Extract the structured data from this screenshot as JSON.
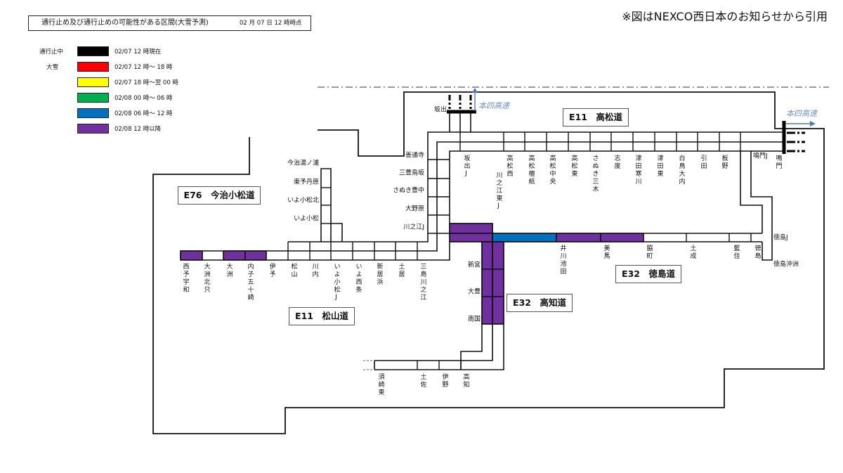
{
  "header": {
    "title": "通行止め及び通行止めの可能性がある区間(大雪予測)",
    "date": "02 月 07 日 12 時時点"
  },
  "source_note": "※図はNEXCO西日本のお知らせから引用",
  "legend": [
    {
      "category": "通行止中",
      "color": "#000000",
      "label": "02/07 12 時現在"
    },
    {
      "category": "大雪",
      "color": "#ff0000",
      "label": "02/07 12 時～ 18 時"
    },
    {
      "category": "",
      "color": "#ffff00",
      "label": "02/07 18 時～翌 00 時"
    },
    {
      "category": "",
      "color": "#00b050",
      "label": "02/08 00 時～ 06 時"
    },
    {
      "category": "",
      "color": "#0070c0",
      "label": "02/08 06 時～ 12 時"
    },
    {
      "category": "",
      "color": "#7030a0",
      "label": "02/08 12 時以降"
    }
  ],
  "routes": {
    "imabari_komatsu": "E76　今治小松道",
    "matsuyama": "E11　松山道",
    "takamatsu": "E11　高松道",
    "kochi": "E32　高知道",
    "tokushima": "E32　徳島道"
  },
  "honshi": "本四高速",
  "stations": {
    "matsuyama": [
      "西予宇和",
      "大洲北只",
      "大洲",
      "内子五十崎",
      "伊予",
      "松山",
      "川内",
      "いよ小松J",
      "いよ西条",
      "新居浜",
      "土居",
      "三島川之江"
    ],
    "takamatsu": [
      "坂出J",
      "高松西",
      "高松檀紙",
      "高松中央",
      "高松東",
      "さぬき三木",
      "志度",
      "津田寒川",
      "津田東",
      "白鳥大内",
      "引田",
      "板野",
      "鳴門"
    ],
    "tokushima": [
      "井川池田",
      "美馬",
      "脇町",
      "土成",
      "藍住",
      "徳島"
    ],
    "kochi_south": [
      "須崎東",
      "土佐",
      "伊野",
      "高知"
    ],
    "kawanoe_higashi": "川之江東J",
    "kagawa": [
      "善通寺",
      "三豊鳥坂",
      "さぬき豊中",
      "大野原",
      "川之江J"
    ],
    "imabari": [
      "今治湯ノ浦",
      "東予丹原",
      "いよ小松北",
      "いよ小松"
    ],
    "kochi": [
      "新宮",
      "大豊",
      "南国"
    ],
    "sakaide": "坂出",
    "naruto_j": "鳴門J",
    "tokushima_j": "徳島J",
    "tokushima_okinosu": "徳島沖洲"
  }
}
